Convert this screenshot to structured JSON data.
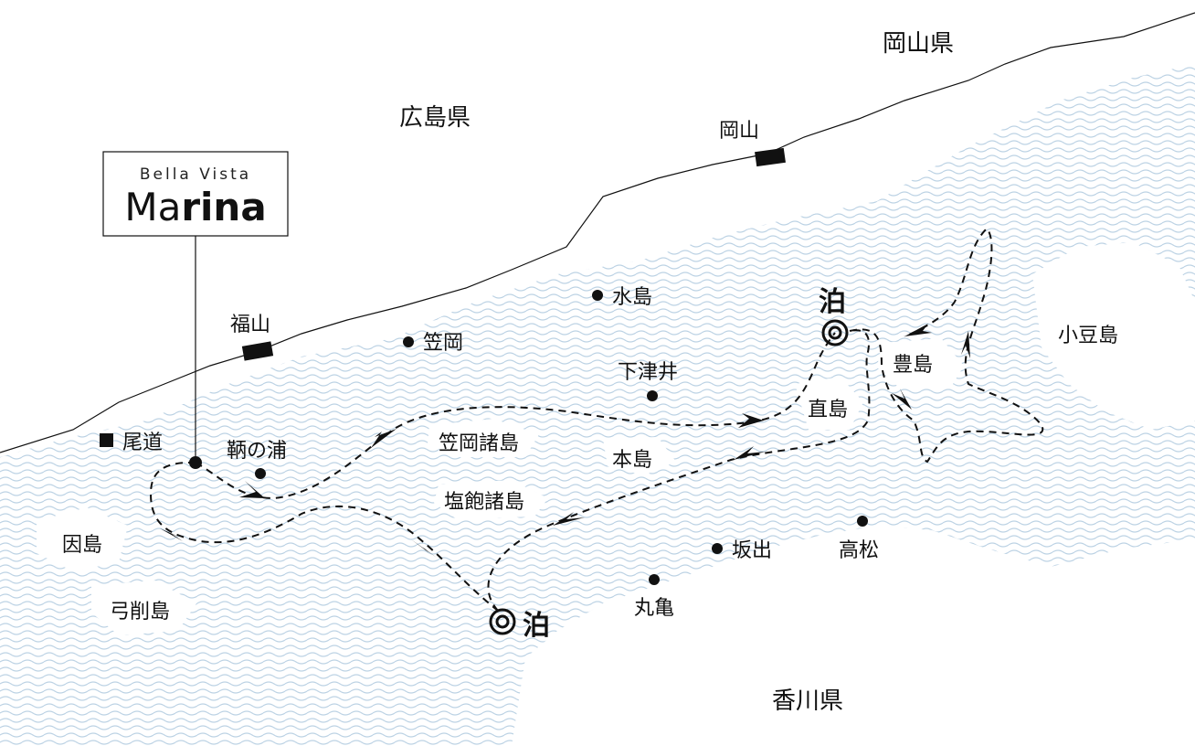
{
  "map": {
    "colors": {
      "sea_wave": "#bcd2e4",
      "land": "#ffffff",
      "line": "#111111",
      "station": "#111111"
    },
    "logo": {
      "line1": "Bella Vista",
      "line2_regular": "Ma",
      "line2_bold": "rina"
    },
    "prefectures": {
      "okayama": "岡山県",
      "hiroshima": "広島県",
      "kagawa": "香川県"
    },
    "stations": {
      "okayama": "岡山",
      "fukuyama": "福山"
    },
    "places": {
      "mizushima": "水島",
      "kasaoka": "笠岡",
      "shimotsui": "下津井",
      "onomichi": "尾道",
      "tomonoura": "鞆の浦",
      "kasaoka_islands": "笠岡諸島",
      "honjima": "本島",
      "shiwaku_islands": "塩飽諸島",
      "innoshima": "因島",
      "yugeshima": "弓削島",
      "naoshima": "直島",
      "teshima": "豊島",
      "shodoshima": "小豆島",
      "sakaide": "坂出",
      "takamatsu": "高松",
      "marugame": "丸亀"
    },
    "overnight_stops": {
      "north": "泊",
      "south": "泊"
    }
  }
}
